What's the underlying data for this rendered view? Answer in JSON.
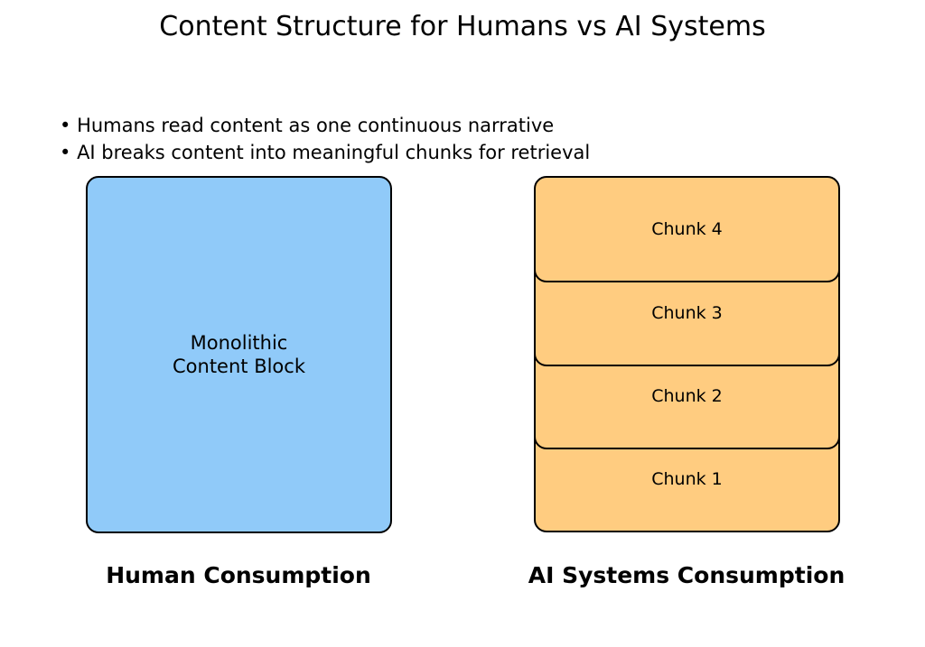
{
  "title": "Content Structure for Humans vs AI Systems",
  "bullets": [
    "Humans read content as one continuous narrative",
    "AI breaks content into meaningful chunks for retrieval"
  ],
  "human": {
    "block_label": "Monolithic\nContent Block",
    "caption": "Human Consumption",
    "color": "#90caf9"
  },
  "ai": {
    "chunks": [
      "Chunk 1",
      "Chunk 2",
      "Chunk 3",
      "Chunk 4"
    ],
    "caption": "AI Systems Consumption",
    "color": "#ffcc80"
  }
}
